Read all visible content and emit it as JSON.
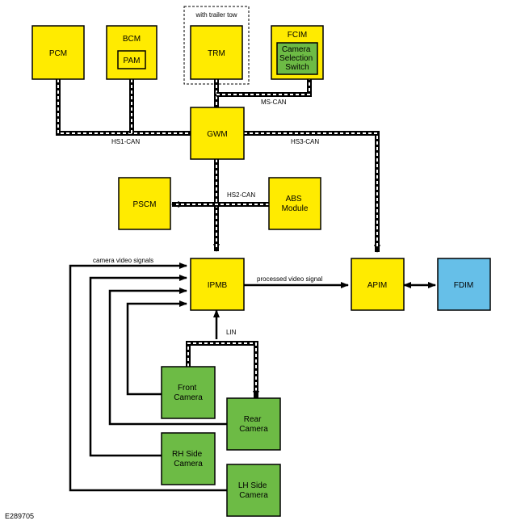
{
  "modules": {
    "pcm": {
      "label": "PCM",
      "color": "#ffeb00"
    },
    "bcm": {
      "label": "BCM",
      "color": "#ffeb00"
    },
    "pam": {
      "label": "PAM",
      "color": "#ffeb00"
    },
    "trailer_note": {
      "label": "with trailer tow"
    },
    "trm": {
      "label": "TRM",
      "color": "#ffeb00"
    },
    "fcim": {
      "label": "FCIM",
      "color": "#ffeb00"
    },
    "camera_switch": {
      "lines": [
        "Camera",
        "Selection",
        "Switch"
      ],
      "color": "#6dbb45"
    },
    "gwm": {
      "label": "GWM",
      "color": "#ffeb00"
    },
    "pscm": {
      "label": "PSCM",
      "color": "#ffeb00"
    },
    "abs": {
      "lines": [
        "ABS",
        "Module"
      ],
      "color": "#ffeb00"
    },
    "ipmb": {
      "label": "IPMB",
      "color": "#ffeb00"
    },
    "apim": {
      "label": "APIM",
      "color": "#ffeb00"
    },
    "fdim": {
      "label": "FDIM",
      "color": "#66bfe8"
    },
    "front_camera": {
      "lines": [
        "Front",
        "Camera"
      ],
      "color": "#6dbb45"
    },
    "rear_camera": {
      "lines": [
        "Rear",
        "Camera"
      ],
      "color": "#6dbb45"
    },
    "rh_camera": {
      "lines": [
        "RH Side",
        "Camera"
      ],
      "color": "#6dbb45"
    },
    "lh_camera": {
      "lines": [
        "LH Side",
        "Camera"
      ],
      "color": "#6dbb45"
    }
  },
  "buses": {
    "ms_can": "MS-CAN",
    "hs1_can": "HS1-CAN",
    "hs3_can": "HS3-CAN",
    "hs2_can": "HS2-CAN",
    "lin": "LIN"
  },
  "signals": {
    "camera_video": "camera video signals",
    "processed_video": "processed video signal"
  },
  "reference_code": "E289705"
}
